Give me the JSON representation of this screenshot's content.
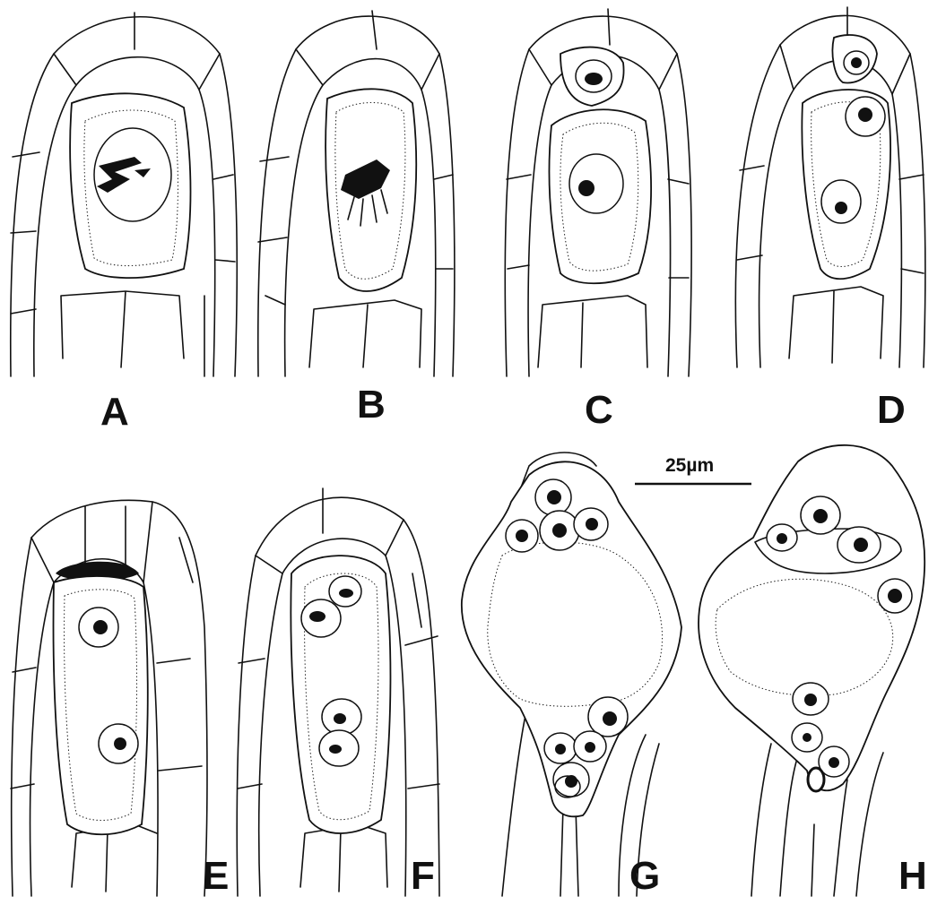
{
  "figure": {
    "panels": [
      {
        "id": "A",
        "label": "A"
      },
      {
        "id": "B",
        "label": "B"
      },
      {
        "id": "C",
        "label": "C"
      },
      {
        "id": "D",
        "label": "D"
      },
      {
        "id": "E",
        "label": "E"
      },
      {
        "id": "F",
        "label": "F"
      },
      {
        "id": "G",
        "label": "G"
      },
      {
        "id": "H",
        "label": "H"
      }
    ],
    "scale_bar": {
      "label": "25µm"
    },
    "colors": {
      "ink": "#111111",
      "background": "#ffffff"
    }
  }
}
